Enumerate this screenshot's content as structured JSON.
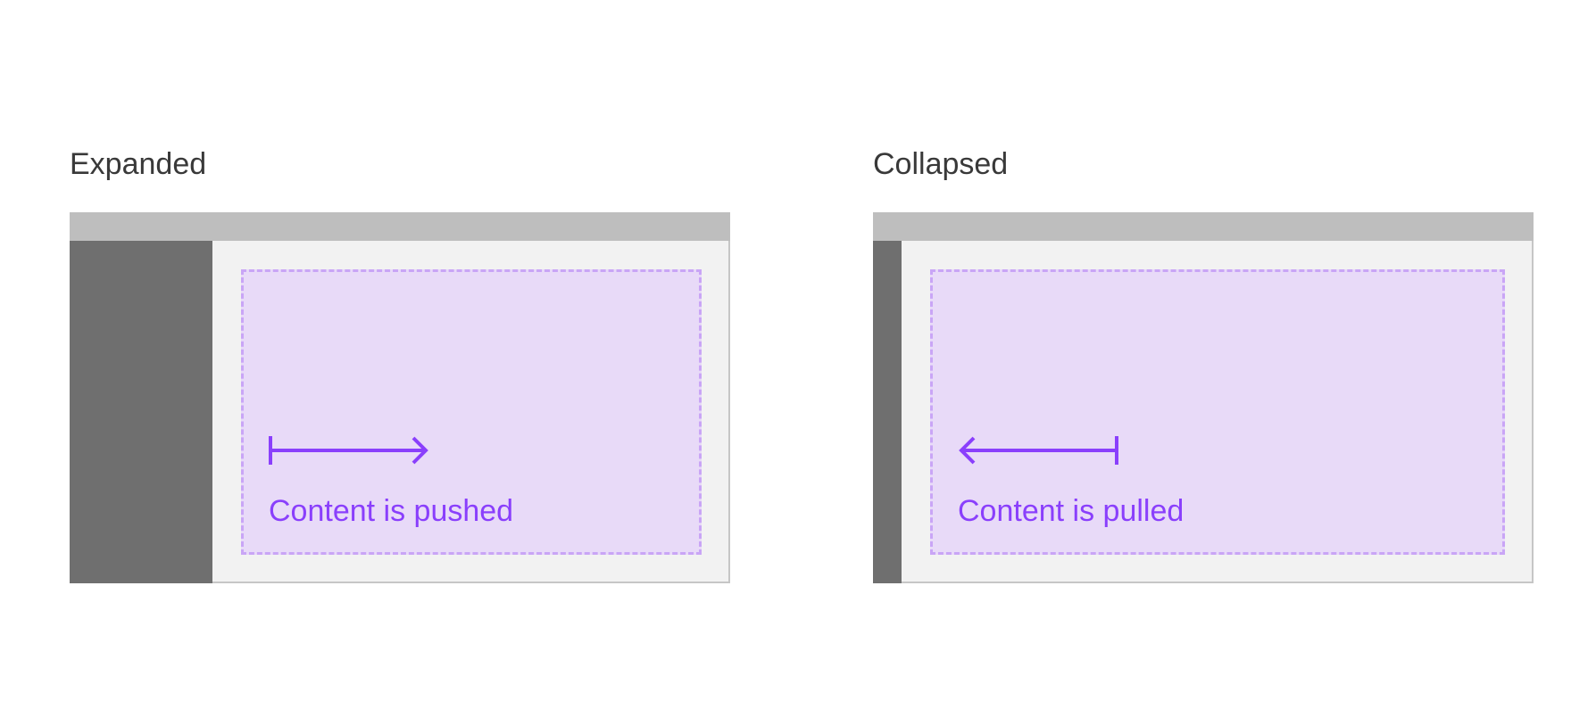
{
  "colors": {
    "header_bar": "#bebebe",
    "side_nav": "#6f6f6f",
    "frame_background": "#f2f2f2",
    "content_fill": "#e8daf8",
    "content_border": "#c9a5f6",
    "accent": "#8a3ffc",
    "title_text": "#393939"
  },
  "panels": [
    {
      "title": "Expanded",
      "arrow": "push-right-arrow-icon",
      "caption": "Content is pushed"
    },
    {
      "title": "Collapsed",
      "arrow": "pull-left-arrow-icon",
      "caption": "Content is pulled"
    }
  ]
}
